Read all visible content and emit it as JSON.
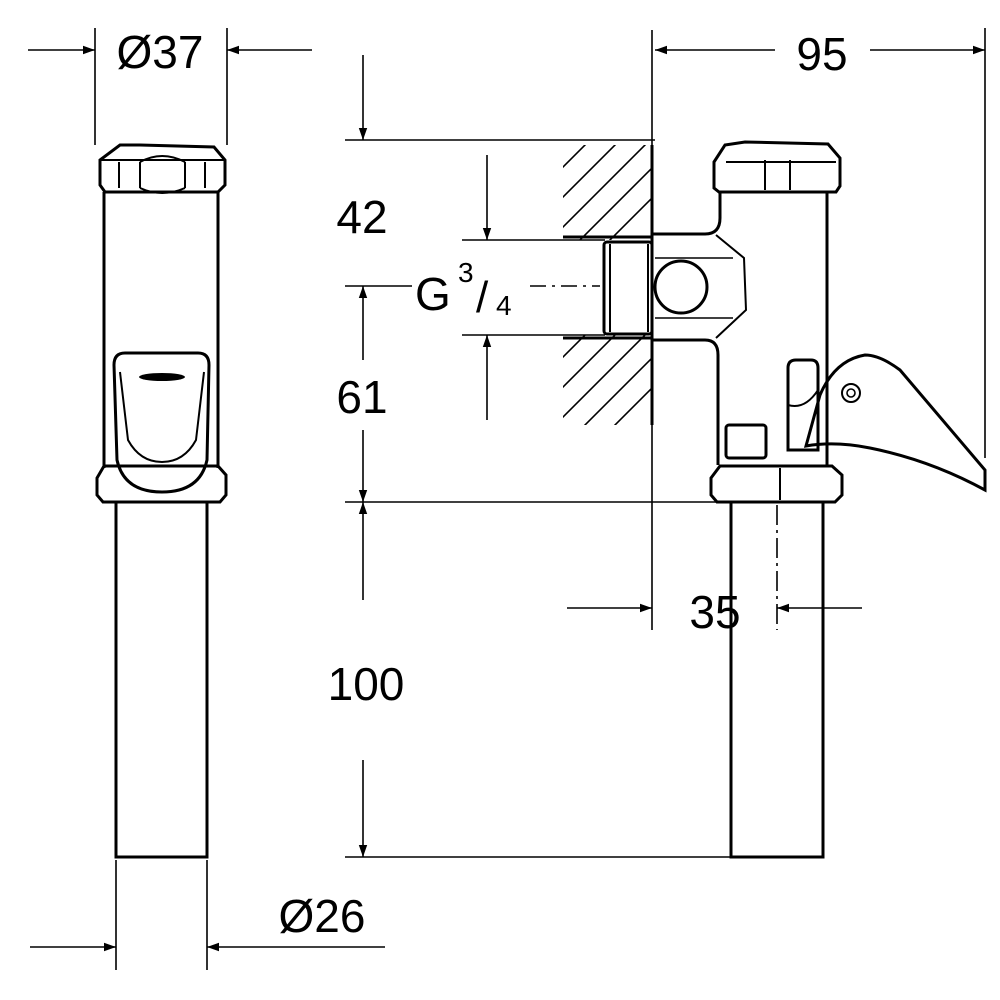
{
  "dimensions": {
    "top_diameter": "Ø37",
    "overall_depth": "95",
    "top_to_inlet": "42",
    "inlet_to_nut": "61",
    "tube_length": "100",
    "wall_to_tube_axis": "35",
    "tube_diameter": "Ø26"
  },
  "thread": {
    "prefix": "G",
    "numerator": "3",
    "slash": "/",
    "denominator": "4"
  },
  "colors": {
    "line": "#000000",
    "background": "#ffffff"
  }
}
